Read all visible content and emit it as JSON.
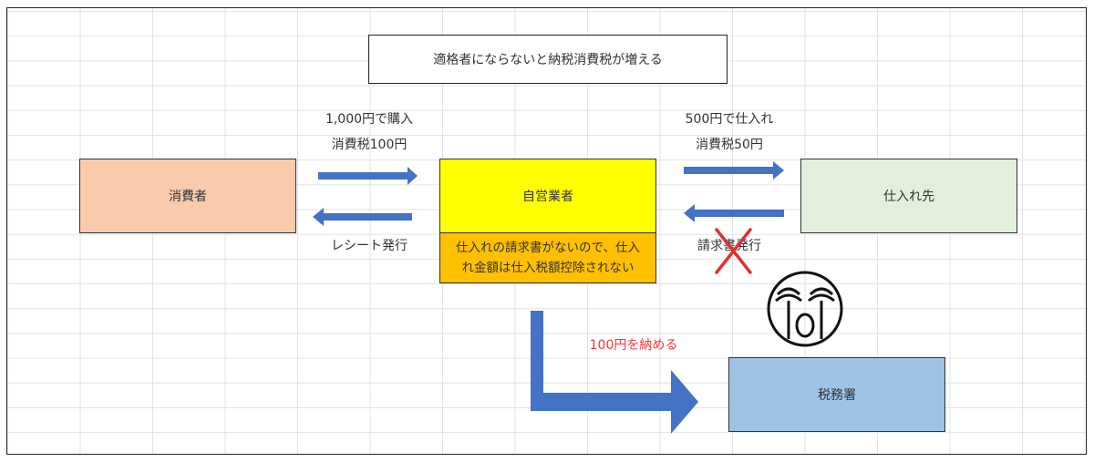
{
  "title": "適格者にならないと納税消費税が増える",
  "nodes": {
    "consumer": "消費者",
    "business": "自営業者",
    "supplier": "仕入れ先",
    "tax_office": "税務署"
  },
  "note_line1": "仕入れの請求書がないので、仕入",
  "note_line2": "れ金額は仕入税額控除されない",
  "labels": {
    "purchase_line1": "1,000円で購入",
    "purchase_line2": "消費税100円",
    "receipt": "レシート発行",
    "supply_line1": "500円で仕入れ",
    "supply_line2": "消費税50円",
    "invoice": "請求書発行",
    "pay": "100円を納める"
  },
  "icons": [
    "crying-face-icon",
    "cross-mark-icon"
  ],
  "colors": {
    "consumer": "#F8CBAD",
    "business": "#FFFF00",
    "note": "#FFC000",
    "supplier": "#E2EFDA",
    "tax_office": "#9DC3E6",
    "arrow": "#4472C4",
    "cross": "#E03030",
    "pay_text": "#FF3333"
  }
}
